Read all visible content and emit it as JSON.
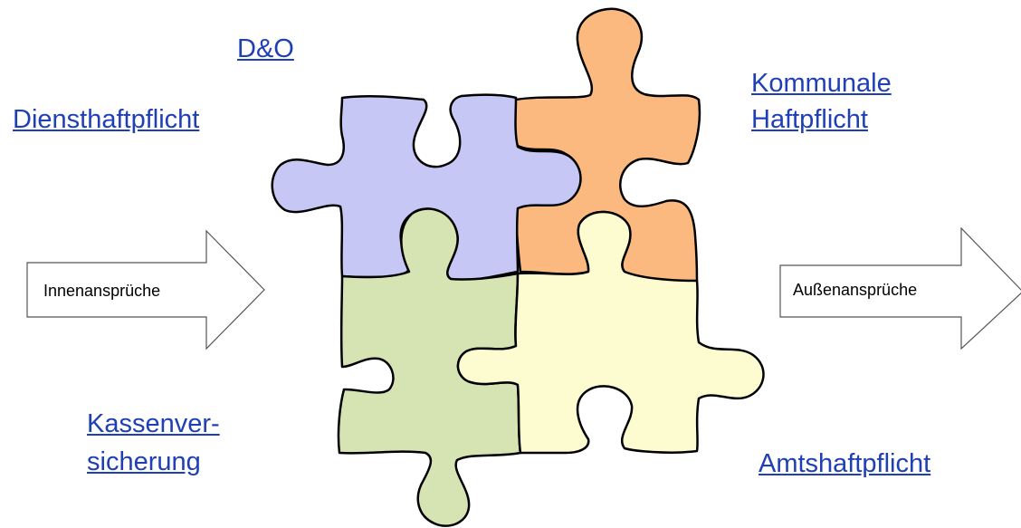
{
  "links": {
    "do": "D&O",
    "diensthaft": "Diensthaftpflicht",
    "kommunale_line1": "Kommunale",
    "kommunale_line2": "Haftpflicht",
    "kassen_line1": "Kassenver-",
    "kassen_line2": "sicherung",
    "amtshaft": "Amtshaftpflicht"
  },
  "arrows": {
    "left": "Innenansprüche",
    "right": "Außenansprüche"
  },
  "colors": {
    "link": "#1f3fb5",
    "piece_purple": "#c7c7f5",
    "piece_orange": "#fbb97f",
    "piece_green": "#d6e4b4",
    "piece_yellow": "#fdfcd0"
  }
}
